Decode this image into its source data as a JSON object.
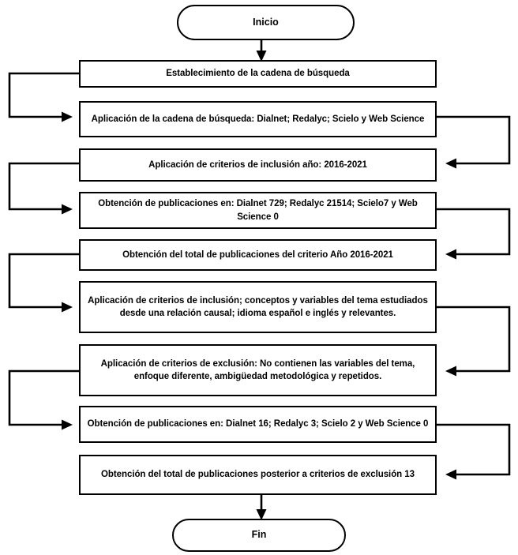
{
  "diagram": {
    "title_text": "",
    "accent_color": "#000000",
    "background_color": "#ffffff",
    "nodes": [
      {
        "id": "inicio",
        "type": "terminator",
        "label": "Inicio"
      },
      {
        "id": "establecimiento",
        "type": "process",
        "label": "Establecimiento de la cadena de búsqueda"
      },
      {
        "id": "aplicacion-cadena",
        "type": "process",
        "label": "Aplicación de la cadena de búsqueda: Dialnet; Redalyc; Scielo y Web Science"
      },
      {
        "id": "criterios-inclusion-anio",
        "type": "process",
        "label": "Aplicación de criterios de inclusión año: 2016-2021"
      },
      {
        "id": "obtencion-publicaciones-1",
        "type": "process",
        "label": "Obtención de publicaciones en:  Dialnet 729; Redalyc 21514; Scielo7 y Web Science 0"
      },
      {
        "id": "obtencion-total-anio",
        "type": "process",
        "label": "Obtención del total de publicaciones del criterio Año 2016-2021"
      },
      {
        "id": "criterios-inclusion-conceptos",
        "type": "process",
        "label": "Aplicación de criterios de inclusión; conceptos y variables del tema estudiados desde una relación causal; idioma español e inglés y relevantes."
      },
      {
        "id": "criterios-exclusion",
        "type": "process",
        "label": "Aplicación de criterios de exclusión: No contienen las variables del tema, enfoque diferente, ambigüedad metodológica y repetidos."
      },
      {
        "id": "obtencion-publicaciones-2",
        "type": "process",
        "label": "Obtención de publicaciones en:  Dialnet 16; Redalyc 3; Scielo 2 y Web Science 0"
      },
      {
        "id": "obtencion-total-exclusion",
        "type": "process",
        "label": "Obtención del total de publicaciones posterior a criterios de exclusión 13"
      },
      {
        "id": "fin",
        "type": "terminator",
        "label": "Fin"
      }
    ],
    "connectors": [
      {
        "id": "inicio-to-establecimiento",
        "kind": "straight-down-arrow"
      },
      {
        "id": "establecimiento-to-aplicacion-cadena",
        "kind": "left-loop-arrow"
      },
      {
        "id": "aplicacion-cadena-to-criterios-inclusion-anio",
        "kind": "right-loop-arrow"
      },
      {
        "id": "criterios-inclusion-anio-to-obtencion-publicaciones-1",
        "kind": "left-loop-arrow"
      },
      {
        "id": "obtencion-publicaciones-1-to-obtencion-total-anio",
        "kind": "right-loop-arrow"
      },
      {
        "id": "obtencion-total-anio-to-criterios-inclusion-conceptos",
        "kind": "left-loop-arrow"
      },
      {
        "id": "criterios-inclusion-conceptos-to-criterios-exclusion",
        "kind": "right-loop-arrow"
      },
      {
        "id": "criterios-exclusion-to-obtencion-publicaciones-2",
        "kind": "left-loop-arrow"
      },
      {
        "id": "obtencion-publicaciones-2-to-obtencion-total-exclusion",
        "kind": "right-loop-arrow"
      },
      {
        "id": "obtencion-total-exclusion-to-fin",
        "kind": "straight-down-arrow"
      }
    ]
  }
}
